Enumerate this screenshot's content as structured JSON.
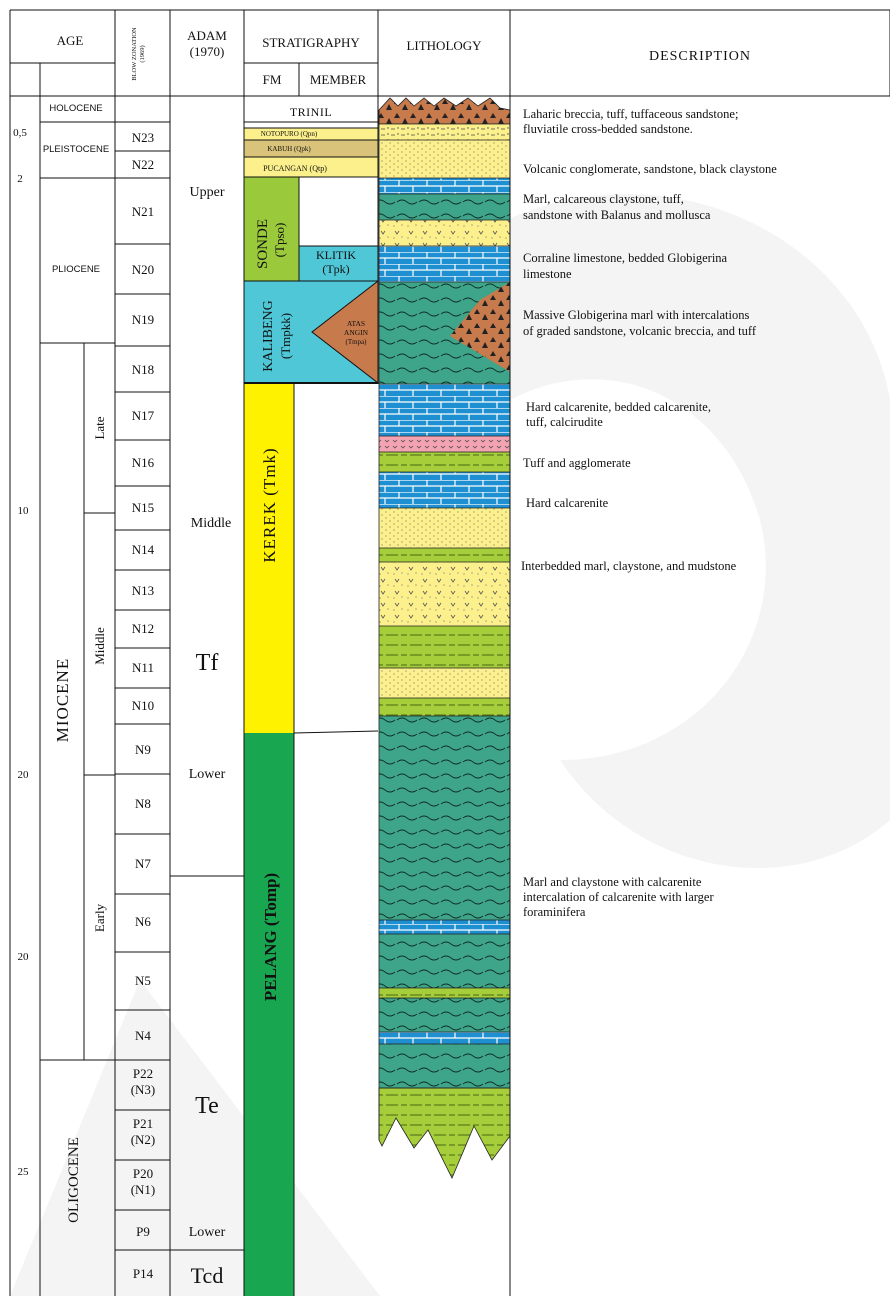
{
  "header": {
    "age": "AGE",
    "blow_zonation_line1": "BLOW ZONATION",
    "blow_zonation_line2": "(1969)",
    "adam_line1": "ADAM",
    "adam_line2": "(1970)",
    "stratigraphy": "STRATIGRAPHY",
    "fm": "FM",
    "member": "MEMBER",
    "lithology": "LITHOLOGY",
    "description": "DESCRIPTION"
  },
  "ages_ma": [
    "0,5",
    "2",
    "10",
    "20",
    "20",
    "25"
  ],
  "epochs": {
    "holocene": "HOLOCENE",
    "pleistocene": "PLEISTOCENE",
    "pliocene": "PLIOCENE",
    "miocene": "MIOCENE",
    "oligocene": "OLIGOCENE"
  },
  "sub_epochs": {
    "late": "Late",
    "middle": "Middle",
    "early": "Early"
  },
  "zones": [
    "N23",
    "N22",
    "N21",
    "N20",
    "N19",
    "N18",
    "N17",
    "N16",
    "N15",
    "N14",
    "N13",
    "N12",
    "N11",
    "N10",
    "N9",
    "N8",
    "N7",
    "N6",
    "N5",
    "N4",
    "P22",
    "(N3)",
    "P21",
    "(N2)",
    "P20",
    "(N1)",
    "P9",
    "P14"
  ],
  "adam": {
    "upper": "Upper",
    "middle": "Middle",
    "tf": "Tf",
    "lower": "Lower",
    "te": "Te",
    "lower2": "Lower",
    "tcd": "Tcd"
  },
  "formations": {
    "trinil": "TRINIL",
    "notopuro": "NOTOPURO (Qpn)",
    "kabuh": "KABUH (Qpk)",
    "pucangan": "PUCANGAN (Qtp)",
    "sonde": "SONDE",
    "sonde_code": "(Tpso)",
    "klitik": "KLITIK",
    "klitik_code": "(Tpk)",
    "kalibeng": "KALIBENG",
    "kalibeng_code": "(Tmpkk)",
    "atas_angin_1": "ATAS",
    "atas_angin_2": "ANGIN",
    "atas_angin_code": "(Tmpa)",
    "kerek": "KEREK  (Tmk)",
    "pelang": "PELANG (Tomp)"
  },
  "descriptions": [
    "Laharic breccia, tuff, tuffaceous sandstone;",
    "fluviatile cross-bedded sandstone.",
    "Volcanic conglomerate, sandstone, black claystone",
    "Marl, calcareous claystone, tuff,",
    "sandstone with Balanus and mollusca",
    "Corraline limestone, bedded Globigerina",
    "limestone",
    "Massive Globigerina marl with intercalations",
    "of graded sandstone, volcanic breccia, and tuff",
    "Hard calcarenite, bedded calcarenite,",
    "tuff, calcirudite",
    "Tuff and agglomerate",
    "Hard calcarenite",
    "Interbedded marl, claystone, and mudstone",
    "Marl and claystone with calcarenite",
    "intercalation of calcarenite with larger",
    "foraminifera"
  ],
  "colors": {
    "tuff_yellow": "#fbf08c",
    "kabuh_tan": "#d9c37a",
    "marl_teal": "#3fa58a",
    "limestone_blue": "#1e8fd0",
    "claystone_green": "#a6cd3a",
    "breccia_brown": "#c77a4c",
    "pink_tuff": "#f3a3b2",
    "sonde_green": "#9ac93c",
    "kalibeng_cyan": "#4fc7d6",
    "kerek_yellow": "#fff200",
    "pelang_green": "#19a651"
  }
}
